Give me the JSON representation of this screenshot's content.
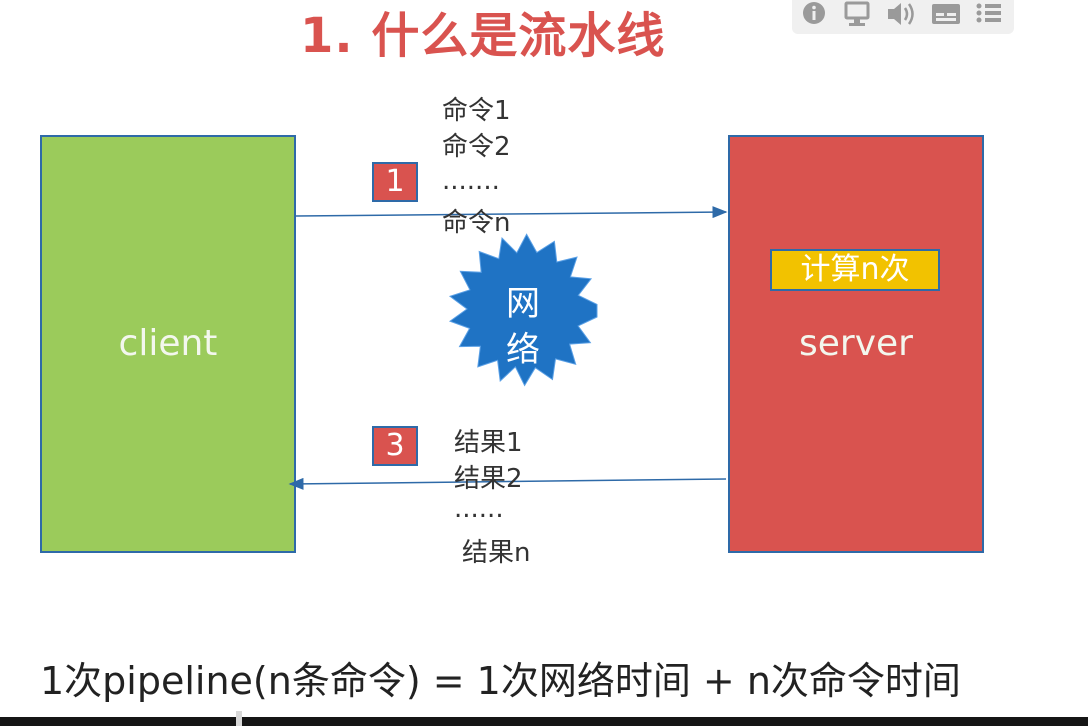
{
  "title": "1. 什么是流水线",
  "toolbar": {
    "icons": [
      "info-icon",
      "monitor-icon",
      "volume-icon",
      "subtitles-icon",
      "list-icon"
    ]
  },
  "client": {
    "label": "client"
  },
  "server": {
    "label": "server",
    "badge": "计算n次"
  },
  "network": {
    "label_line1": "网",
    "label_line2": "络"
  },
  "step1": {
    "label": "1"
  },
  "step3": {
    "label": "3"
  },
  "commands": [
    "命令1",
    "命令2",
    ".......",
    "命令n"
  ],
  "results": [
    "结果1",
    "结果2",
    "......",
    "结果n"
  ],
  "formula": "1次pipeline(n条命令) = 1次网络时间 + n次命令时间",
  "colors": {
    "title": "#d9534f",
    "client": "#9bcb5b",
    "server": "#d9534f",
    "badge": "#f2c200",
    "network": "#1f73c4",
    "arrow": "#2e6aa8"
  }
}
